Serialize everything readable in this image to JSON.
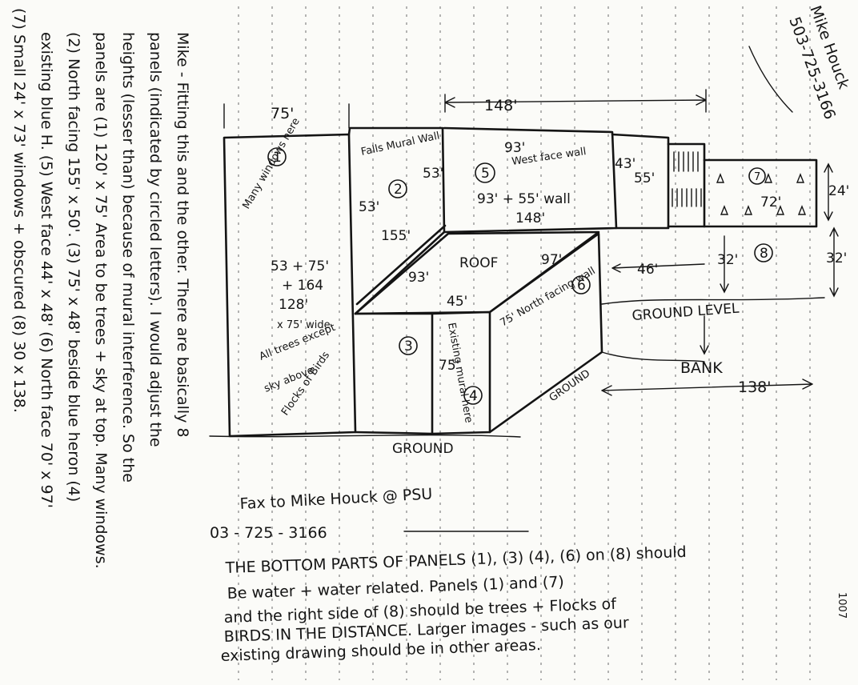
{
  "contact": {
    "name": "Mike Houck",
    "phone": "503-725-3166"
  },
  "side_note": {
    "lines": [
      "Mike - Fitting this and the other. There are basically 8",
      "panels (indicated by circled letters). I would adjust the",
      "heights (lesser than) because of mural interference. So the",
      "panels are (1) 120' x 75' Area to be trees + sky at top. Many windows.",
      "(2) North facing 155' x 50'. (3) 75' x 48' beside blue heron (4)",
      "existing blue H. (5) West face 44' x 48' (6) North face 70' x 97'",
      "(7) Small 24' x 73' windows + obscured (8) 30 x 138."
    ]
  },
  "drawing": {
    "dims": {
      "d75": "75'",
      "d148": "148'",
      "d93_top": "93'",
      "d43": "43'",
      "d55": "55'",
      "d24": "24'",
      "d72": "72'",
      "d53a": "53'",
      "d53b": "53'",
      "d155": "155'",
      "d93_roof": "93'",
      "d45": "45'",
      "d97": "97'",
      "d46": "46'",
      "d32a": "32'",
      "d32b": "32'",
      "d138": "138'",
      "d75_mural": "75'"
    },
    "panel_labels": {
      "p1": "1",
      "p2": "2",
      "p3": "3",
      "p4": "4",
      "p5": "5",
      "p6": "6",
      "p7": "7",
      "p8": "8"
    },
    "notes": {
      "falls_mural_wall": "Falls Mural Wall",
      "many_windows": "Many windows here",
      "p1_calc1": "53 + 75'",
      "p1_calc2": "+ 164",
      "p1_calc3": "128'",
      "p1_calc4": "x 75' wide",
      "p1_calc5": "All trees except",
      "p1_calc6": "sky above",
      "p1_calc7": "Flocks of Birds",
      "west_face_wall": "West face wall",
      "p5_calc": "93' + 55' wall",
      "p5_total": "148'",
      "roof": "ROOF",
      "existing_mural": "Existing mural here",
      "north_wall": "75' North facing wall",
      "ground_level": "GROUND LEVEL",
      "bank": "BANK",
      "ground_left": "GROUND",
      "ground_right": "GROUND"
    }
  },
  "fax_line": {
    "text": "Fax to Mike Houck @ PSU",
    "phone": "03 - 725 - 3166"
  },
  "bottom_note": {
    "lines": [
      "THE BOTTOM PARTS OF PANELS (1), (3) (4), (6) on (8) should",
      "Be water + water related. Panels (1) and (7)",
      "and the right side of (8) should be trees + Flocks of",
      "BIRDS IN THE DISTANCE. Larger images - such as our",
      "existing drawing should be in other areas."
    ]
  },
  "page_number": "1007"
}
